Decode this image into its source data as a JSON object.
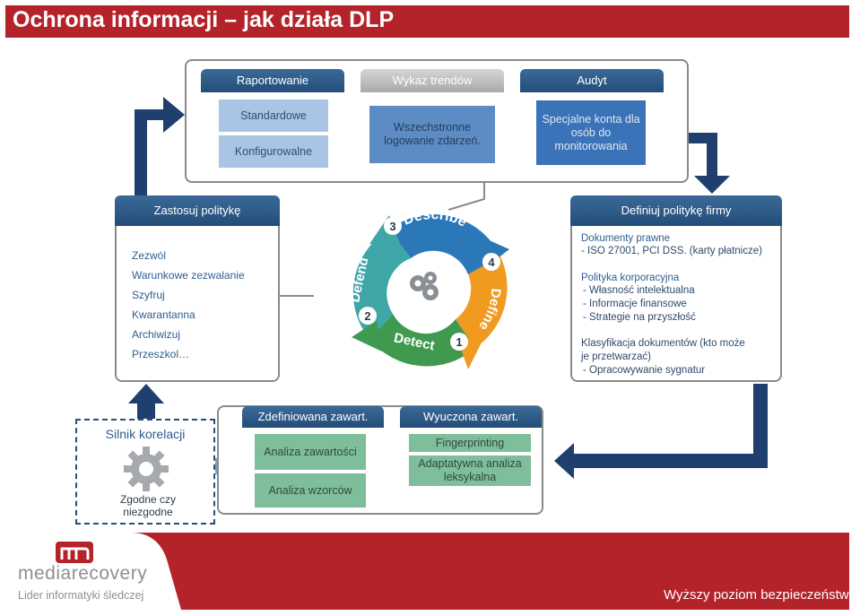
{
  "title": "Ochrona informacji – jak działa DLP",
  "top": {
    "columns": [
      {
        "header": "Raportowanie",
        "items": [
          "Standardowe",
          "Konfigurowalne"
        ]
      },
      {
        "header": "Wykaz trendów",
        "items": [
          "Wszechstronne logowanie zdarzeń."
        ]
      },
      {
        "header": "Audyt",
        "items": [
          "Specjalne konta dla osób do monitorowania"
        ]
      }
    ]
  },
  "left_panel": {
    "header": "Zastosuj politykę",
    "items": [
      "Zezwól",
      "Warunkowe zezwalanie",
      "Szyfruj",
      "Kwarantanna",
      "Archiwizuj",
      "Przeszkol…"
    ]
  },
  "right_panel": {
    "header": "Definiuj politykę firmy",
    "sections": [
      {
        "title": "Dokumenty prawne",
        "lines": [
          "- ISO 27001, PCI DSS. (karty płatnicze)"
        ]
      },
      {
        "title": "Polityka korporacyjna",
        "lines": [
          "- Własność intelektualna",
          "- Informacje finansowe",
          "- Strategie na przyszłość"
        ]
      },
      {
        "title": "Klasyfikacja dokumentów (kto może",
        "lines": [
          "je przetwarzać)",
          "- Opracowywanie sygnatur"
        ]
      }
    ]
  },
  "cycle": {
    "steps": [
      {
        "num": "1",
        "label": "Detect"
      },
      {
        "num": "2",
        "label": "Defend"
      },
      {
        "num": "3",
        "label": "Describe"
      },
      {
        "num": "4",
        "label": "Define"
      }
    ]
  },
  "correlation": {
    "title": "Silnik korelacji",
    "result": "Zgodne czy niezgodne"
  },
  "bottom": {
    "columns": [
      {
        "header": "Zdefiniowana zawart.",
        "items": [
          "Analiza zawartości",
          "Analiza wzorców"
        ]
      },
      {
        "header": "Wyuczona zawart.",
        "items": [
          "Fingerprinting",
          "Adaptatywna analiza leksykalna"
        ]
      }
    ]
  },
  "footer": {
    "brand": "mediarecovery",
    "tagline": "Lider informatyki śledczej",
    "slogan": "Wyższy poziom bezpieczeństwa"
  },
  "colors": {
    "accent_red": "#b5232a",
    "navy": "#1f3f6e",
    "cycle_blue": "#2b78b8",
    "cycle_orange": "#f09a20",
    "cycle_green": "#3f9a4f",
    "cycle_teal": "#3fa6a8"
  }
}
